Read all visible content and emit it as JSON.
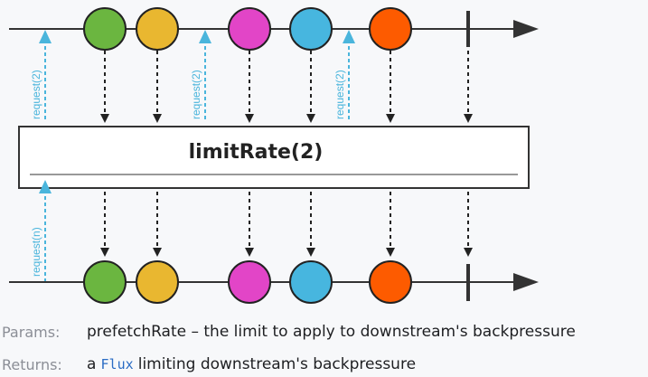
{
  "diagram": {
    "operator_label": "limitRate(2)",
    "request_labels": [
      "request(2)",
      "request(2)",
      "request(2)",
      "request(n)"
    ],
    "marble_colors": {
      "green": "#6bb640",
      "yellow": "#e9b730",
      "magenta": "#e245c7",
      "cyan": "#47b6df",
      "orange": "#fd5b00"
    },
    "request_color": "#4ab5dc"
  },
  "doc": {
    "params_label": "Params:",
    "params_text": "prefetchRate – the limit to apply to downstream's backpressure",
    "returns_label": "Returns:",
    "returns_prefix": "a",
    "returns_code": "Flux",
    "returns_suffix": "limiting downstream's backpressure"
  }
}
